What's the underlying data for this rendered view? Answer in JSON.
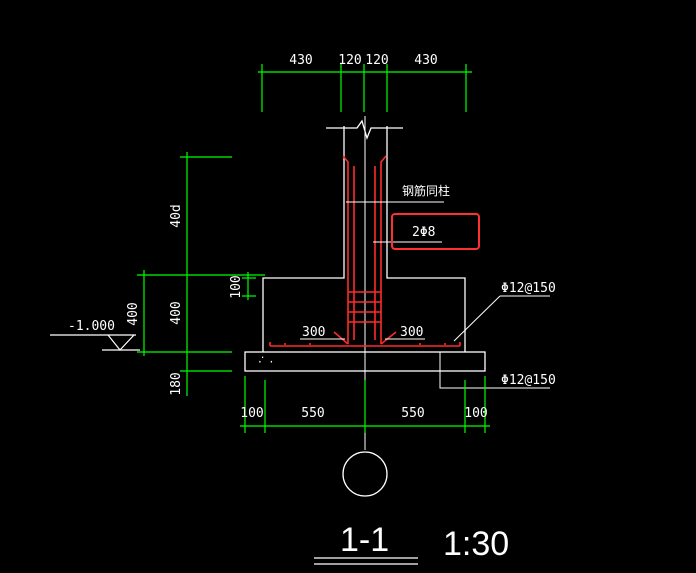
{
  "colors": {
    "background": "#000000",
    "outline": "#ffffff",
    "dimension": "#00ff00",
    "rebar": "#ff2a2a",
    "highlight": "#ff3030"
  },
  "dimensions": {
    "top": [
      "430",
      "120",
      "120",
      "430"
    ],
    "bottom": [
      "100",
      "550",
      "550",
      "100"
    ],
    "left_upper": "40d",
    "left_middle": "400",
    "left_lower": "180",
    "left_outer": "400",
    "stem_offset": "100"
  },
  "rebar_labels": {
    "same_as_column": "钢筋同柱",
    "stirrup": "2Φ8",
    "anchor_left": "300",
    "anchor_right": "300",
    "bar_upper": "Φ12@150",
    "bar_lower": "Φ12@150"
  },
  "elevation": "-1.000",
  "section_title": "1-1",
  "scale": "1:30"
}
